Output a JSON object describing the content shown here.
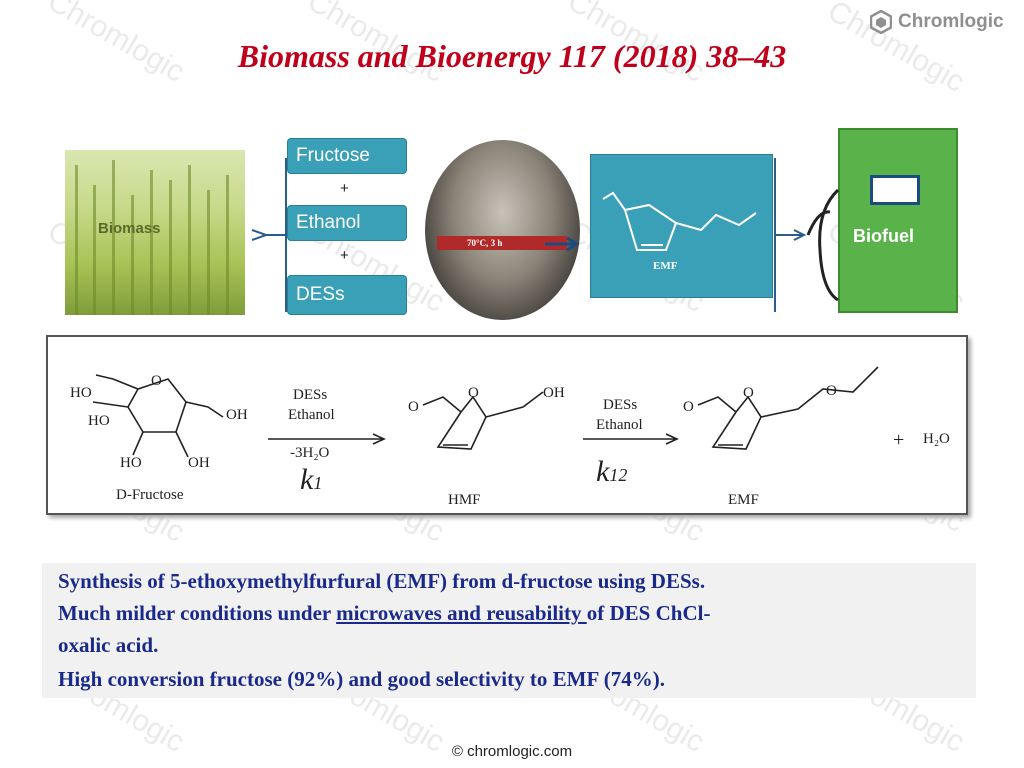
{
  "watermark_text": "Chromlogic",
  "logo": {
    "text": "Chromlogic",
    "icon": "hexagon-logo-icon"
  },
  "title": "Biomass and Bioenergy 117 (2018) 38–43",
  "abstract": {
    "biomass_label": "Biomass",
    "inputs": [
      "Fructose",
      "Ethanol",
      "DESs"
    ],
    "plus": "+",
    "reactor_label": "70°C, 3 h",
    "product_label": "EMF",
    "pump_label": "Biofuel"
  },
  "scheme": {
    "fructose": {
      "label": "D-Fructose",
      "ho1": "HO",
      "ho2": "HO",
      "ho3": "HO",
      "oh1": "OH",
      "oh2": "OH",
      "o": "O"
    },
    "step1": {
      "reagent1": "DESs",
      "reagent2": "Ethanol",
      "below": "-3H₂O",
      "k": "k",
      "sub": "1"
    },
    "hmf": {
      "label": "HMF",
      "o_ring": "O",
      "o_ald": "O",
      "oh": "OH"
    },
    "step2": {
      "reagent1": "DESs",
      "reagent2": "Ethanol",
      "k": "k",
      "sub": "12"
    },
    "emf": {
      "label": "EMF",
      "o_ring": "O",
      "o_ald": "O",
      "o_ether": "O"
    },
    "plus": "+",
    "water": "H₂O"
  },
  "summary": {
    "line1": "Synthesis of 5-ethoxymethylfurfural (EMF) from d-fructose using DESs.",
    "line2_pre": "Much milder conditions under ",
    "line2_ul": "microwaves and reusability ",
    "line2_post": "of DES ChCl-",
    "line3": "oxalic acid.",
    "line4": "High conversion fructose (92%) and good selectivity to EMF (74%)."
  },
  "footer": "© chromlogic.com",
  "colors": {
    "title": "#c0001a",
    "summary_text": "#1a2a8a",
    "box": "#3aa0b8",
    "pump": "#59b24a"
  }
}
